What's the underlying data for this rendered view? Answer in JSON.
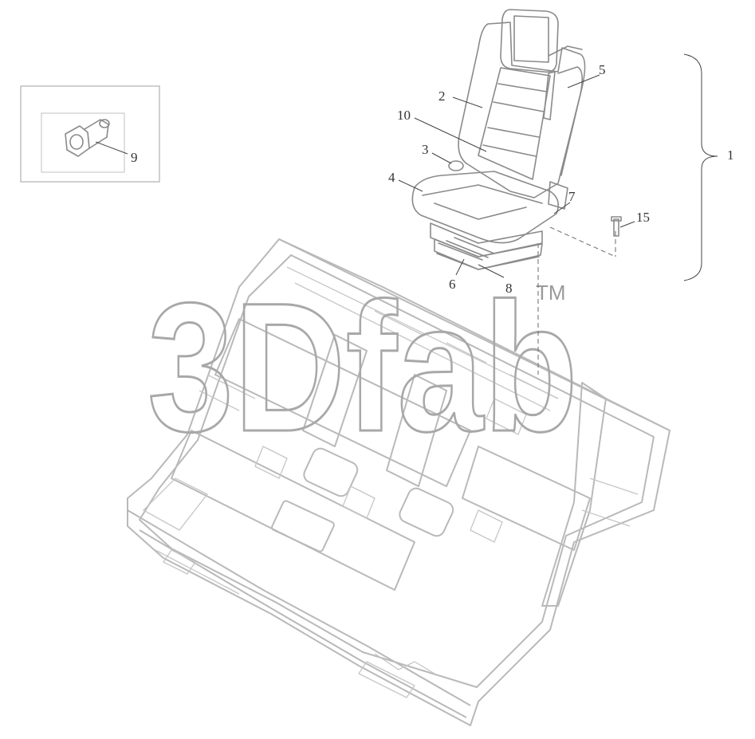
{
  "callouts": [
    {
      "id": "1",
      "text": "1"
    },
    {
      "id": "2",
      "text": "2"
    },
    {
      "id": "3",
      "text": "3"
    },
    {
      "id": "4",
      "text": "4"
    },
    {
      "id": "5",
      "text": "5"
    },
    {
      "id": "6",
      "text": "6"
    },
    {
      "id": "7",
      "text": "7"
    },
    {
      "id": "8",
      "text": "8"
    },
    {
      "id": "9",
      "text": "9"
    },
    {
      "id": "10",
      "text": "10"
    },
    {
      "id": "15",
      "text": "15"
    }
  ],
  "watermark": {
    "text": "3Dfab",
    "tm": "TM"
  }
}
